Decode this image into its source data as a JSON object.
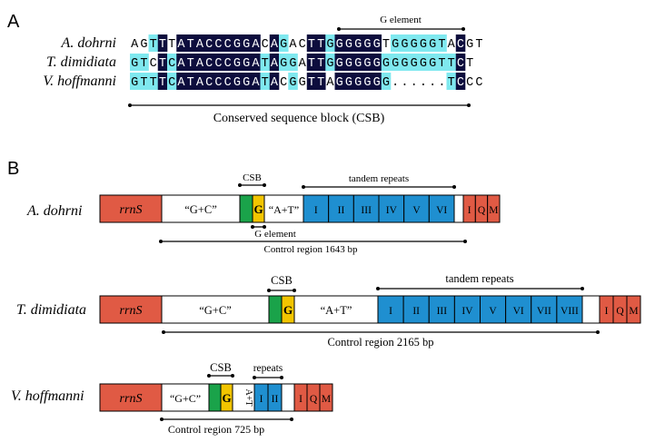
{
  "panel_a": {
    "label": "A",
    "g_element_label": "G element",
    "csb_label": "Conserved sequence block (CSB)",
    "rows": [
      {
        "species": "A. dohrni",
        "seq": "AGTTTATACCCGGACAGACTTGGGGGGTGGGGGTACGT"
      },
      {
        "species": "T. dimidiata",
        "seq": "GTCTCATACCCGGATAGGATTGGGGGGGGGGGGTTCT"
      },
      {
        "species": "V. hoffmanni",
        "seq": "GTTTCATACCCGGATACGGTTAGGGGGG......TCCC"
      }
    ],
    "colors": {
      "dark": "#0d0d3d",
      "light": "#7fe8ef"
    }
  },
  "panel_b": {
    "label": "B",
    "colors": {
      "rrns": "#e05a44",
      "csb_green": "#1aa34a",
      "g_yellow": "#f2c500",
      "repeat_blue": "#1f8fd0",
      "trna_red": "#e05a44"
    },
    "maps": [
      {
        "species": "A. dohrni",
        "rrns_label": "rrnS",
        "gc_label": "“G+C”",
        "g_label": "G",
        "at_label": "“A+T”",
        "csb_label": "CSB",
        "repeats_label": "tandem repeats",
        "repeats": [
          "I",
          "II",
          "III",
          "IV",
          "V",
          "VI"
        ],
        "trnas": [
          "I",
          "Q",
          "M"
        ],
        "g_element_label": "G element",
        "region_label": "Control region 1643 bp"
      },
      {
        "species": "T. dimidiata",
        "rrns_label": "rrnS",
        "gc_label": "“G+C”",
        "g_label": "G",
        "at_label": "“A+T”",
        "csb_label": "CSB",
        "repeats_label": "tandem repeats",
        "repeats": [
          "I",
          "II",
          "III",
          "IV",
          "V",
          "VI",
          "VII",
          "VIII"
        ],
        "trnas": [
          "I",
          "Q",
          "M"
        ],
        "region_label": "Control region  2165 bp"
      },
      {
        "species": "V. hoffmanni",
        "rrns_label": "rrnS",
        "gc_label": "“G+C”",
        "g_label": "G",
        "at_label": "A+T",
        "csb_label": "CSB",
        "repeats_label": "repeats",
        "repeats": [
          "I",
          "II"
        ],
        "trnas": [
          "I",
          "Q",
          "M"
        ],
        "region_label": "Control region  725 bp"
      }
    ]
  }
}
